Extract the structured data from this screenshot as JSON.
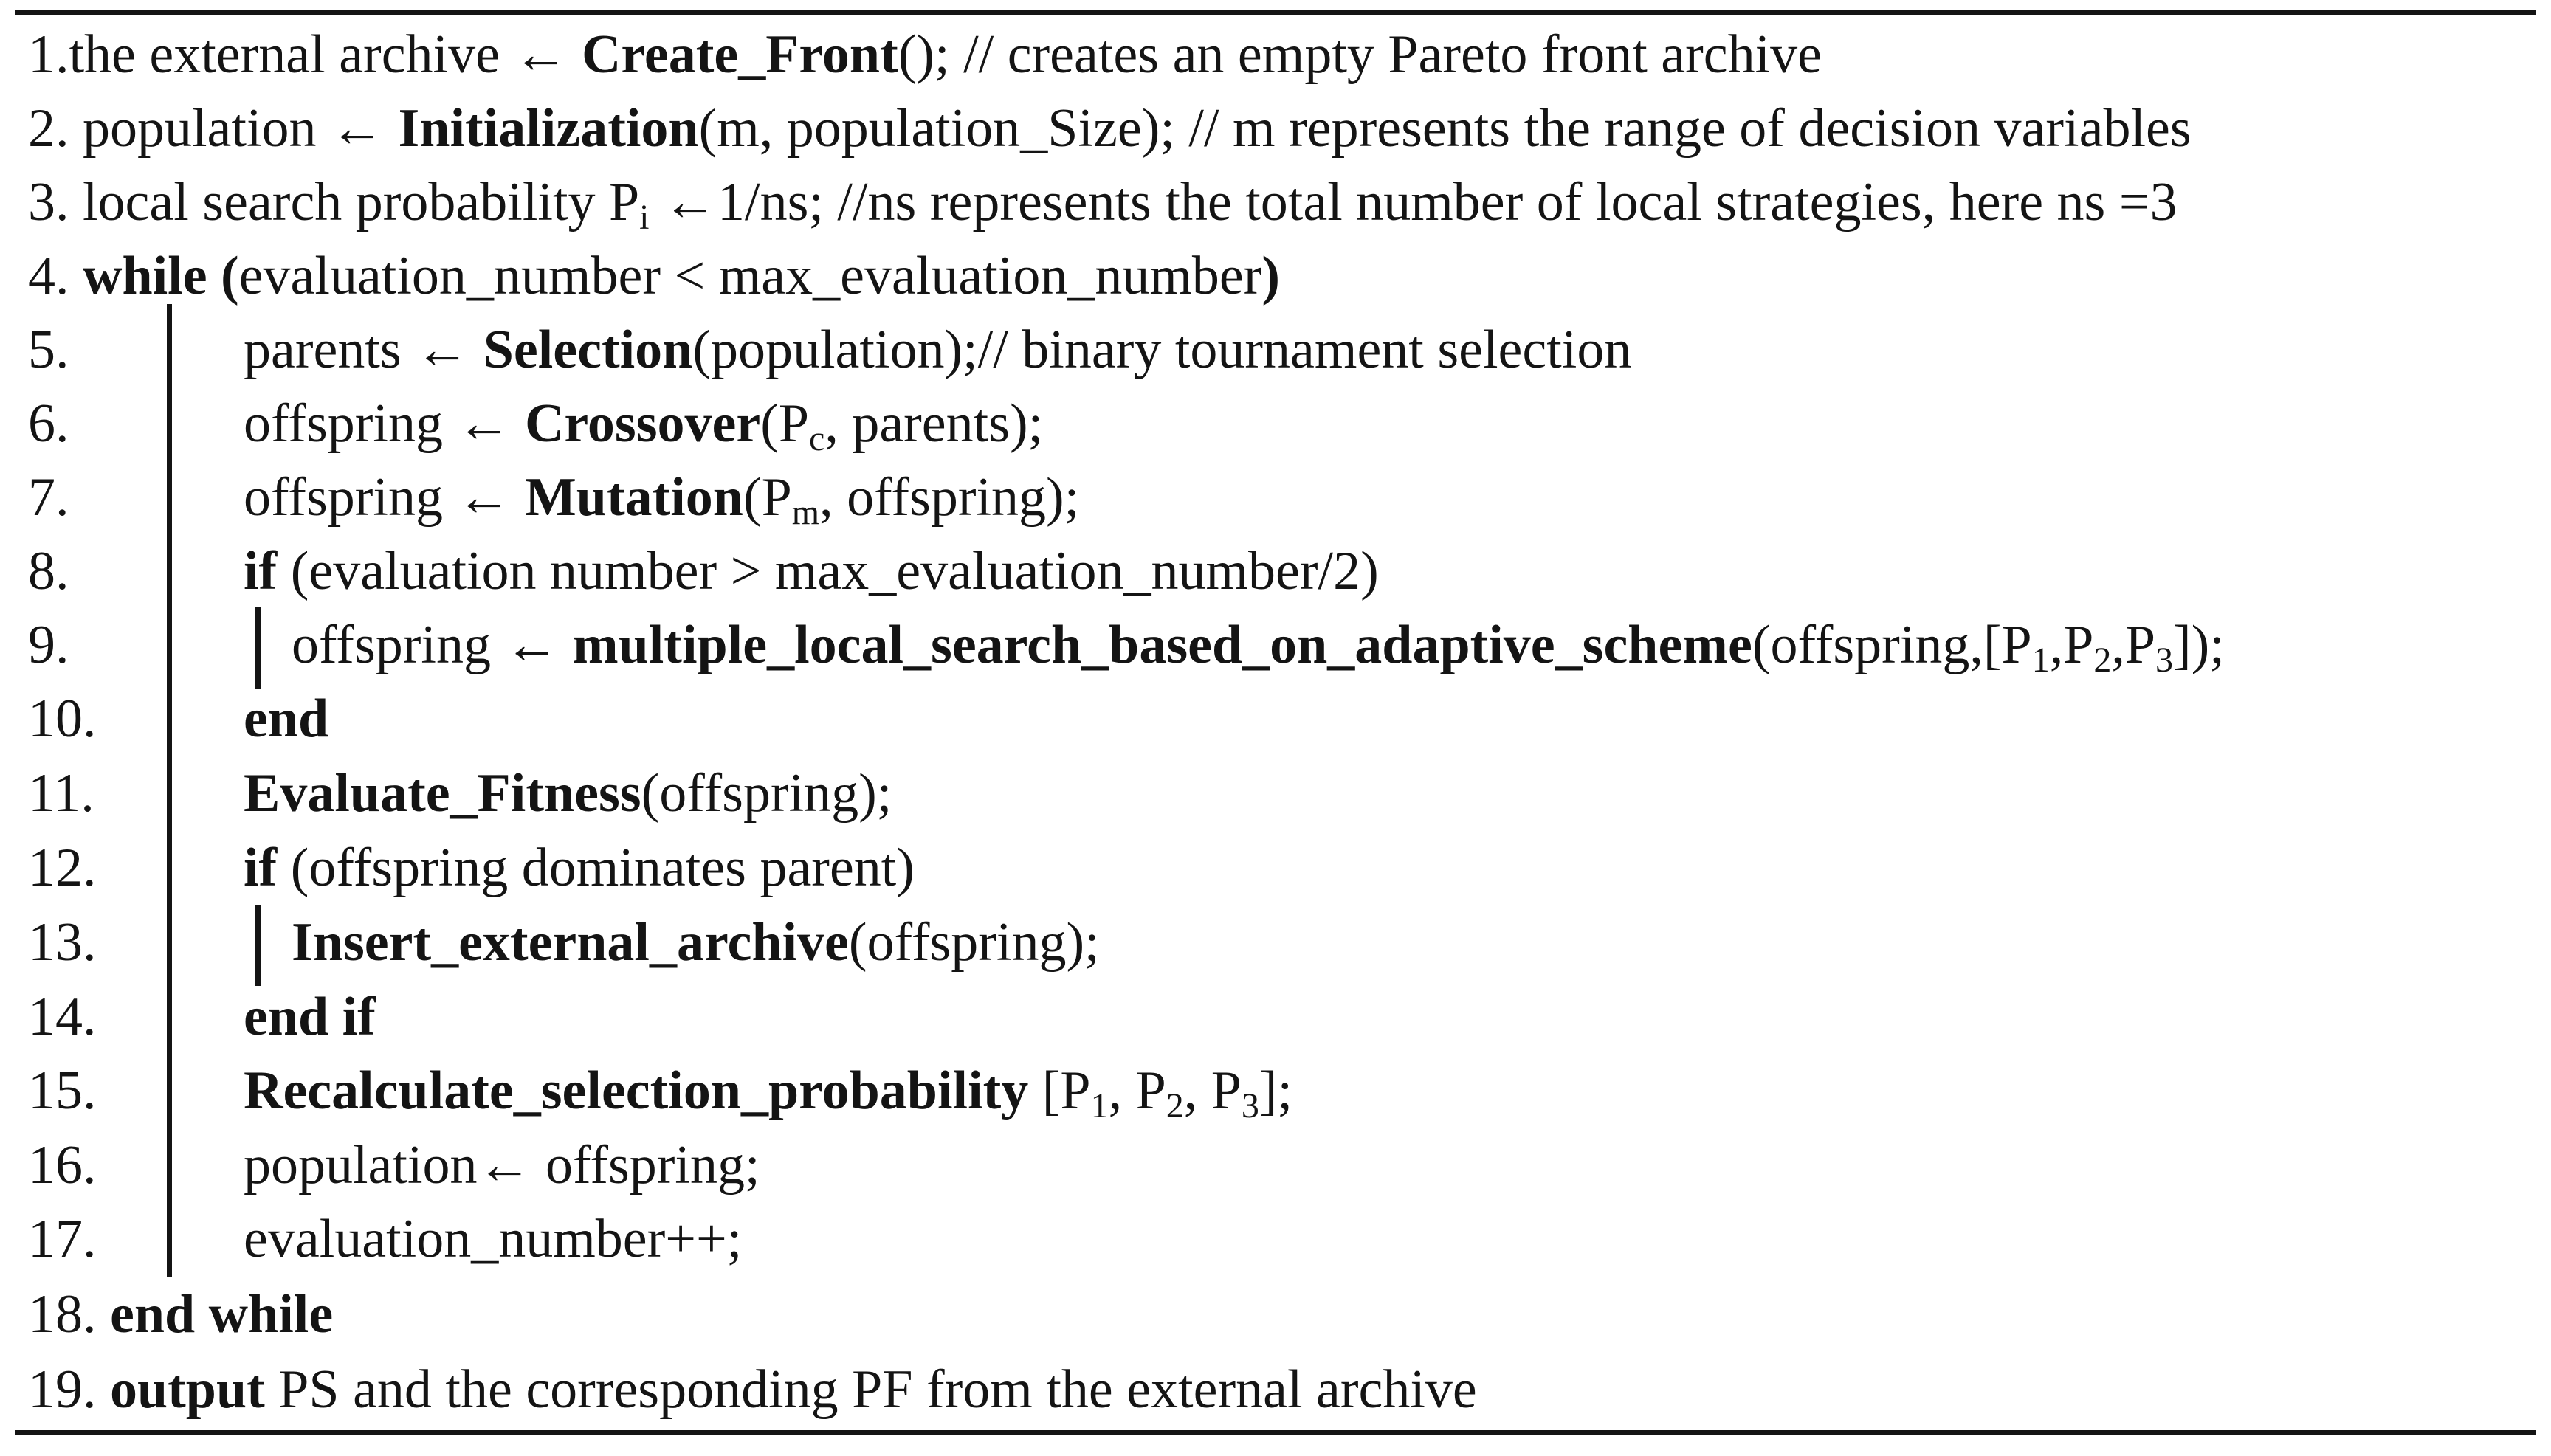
{
  "lines": [
    {
      "n": "1.",
      "segments": [
        {
          "t": "the external archive ← ",
          "b": false
        },
        {
          "t": "Create_Front",
          "b": true
        },
        {
          "t": "(); // creates an empty Pareto front archive",
          "b": false
        }
      ]
    },
    {
      "n": "2.",
      "segments": [
        {
          "t": " population ← ",
          "b": false
        },
        {
          "t": "Initialization",
          "b": true
        },
        {
          "t": "(m, population_Size); // m represents the range of decision variables",
          "b": false
        }
      ]
    },
    {
      "n": "3.",
      "segments": [
        {
          "t": " local search probability P",
          "b": false
        },
        {
          "t": "i",
          "sub": true
        },
        {
          "t": " ←1/ns; //ns represents the total number of local strategies, here ns =3",
          "b": false
        }
      ]
    },
    {
      "n": "4.",
      "segments": [
        {
          "t": " while (",
          "b": true
        },
        {
          "t": "evaluation_number < max_evaluation_number",
          "b": false
        },
        {
          "t": ")",
          "b": true
        }
      ]
    },
    {
      "n": "5.",
      "segments": [
        {
          "t": "parents ← ",
          "b": false
        },
        {
          "t": "Selection",
          "b": true
        },
        {
          "t": "(population);// binary tournament selection",
          "b": false
        }
      ]
    },
    {
      "n": "6.",
      "segments": [
        {
          "t": "offspring ← ",
          "b": false
        },
        {
          "t": "Crossover",
          "b": true
        },
        {
          "t": "(P",
          "b": false
        },
        {
          "t": "c",
          "sub": true
        },
        {
          "t": ", parents);",
          "b": false
        }
      ]
    },
    {
      "n": "7.",
      "segments": [
        {
          "t": "offspring ← ",
          "b": false
        },
        {
          "t": "Mutation",
          "b": true
        },
        {
          "t": "(P",
          "b": false
        },
        {
          "t": "m",
          "sub": true
        },
        {
          "t": ", offspring);",
          "b": false
        }
      ]
    },
    {
      "n": "8.",
      "segments": [
        {
          "t": "if",
          "b": true
        },
        {
          "t": " (evaluation number > max_evaluation_number/2)",
          "b": false
        }
      ]
    },
    {
      "n": "9.",
      "segments": [
        {
          "t": "offspring ← ",
          "b": false
        },
        {
          "t": "multiple_local_search_based_on_adaptive_scheme",
          "b": true
        },
        {
          "t": "(offspring,[P",
          "b": false
        },
        {
          "t": "1",
          "sub": true
        },
        {
          "t": ",P",
          "b": false
        },
        {
          "t": "2",
          "sub": true
        },
        {
          "t": ",P",
          "b": false
        },
        {
          "t": "3",
          "sub": true
        },
        {
          "t": "]);",
          "b": false
        }
      ]
    },
    {
      "n": "10.",
      "segments": [
        {
          "t": "end",
          "b": true
        }
      ]
    },
    {
      "n": "11.",
      "segments": [
        {
          "t": "Evaluate_Fitness",
          "b": true
        },
        {
          "t": "(offspring);",
          "b": false
        }
      ]
    },
    {
      "n": "12.",
      "segments": [
        {
          "t": "if",
          "b": true
        },
        {
          "t": " (offspring dominates parent)",
          "b": false
        }
      ]
    },
    {
      "n": "13.",
      "segments": [
        {
          "t": "Insert_external_archive",
          "b": true
        },
        {
          "t": "(offspring);",
          "b": false
        }
      ]
    },
    {
      "n": "14.",
      "segments": [
        {
          "t": "end if",
          "b": true
        }
      ]
    },
    {
      "n": "15.",
      "segments": [
        {
          "t": "Recalculate_selection_probability",
          "b": true
        },
        {
          "t": " [P",
          "b": false
        },
        {
          "t": "1",
          "sub": true
        },
        {
          "t": ", P",
          "b": false
        },
        {
          "t": "2",
          "sub": true
        },
        {
          "t": ", P",
          "b": false
        },
        {
          "t": "3",
          "sub": true
        },
        {
          "t": "];",
          "b": false
        }
      ]
    },
    {
      "n": "16.",
      "segments": [
        {
          "t": "population← offspring;",
          "b": false
        }
      ]
    },
    {
      "n": "17.",
      "segments": [
        {
          "t": "evaluation_number++;",
          "b": false
        }
      ]
    },
    {
      "n": "18.",
      "segments": [
        {
          "t": " end while",
          "b": true
        }
      ]
    },
    {
      "n": "19.",
      "segments": [
        {
          "t": " output",
          "b": true
        },
        {
          "t": " PS and the corresponding PF from the external archive",
          "b": false
        }
      ]
    }
  ]
}
